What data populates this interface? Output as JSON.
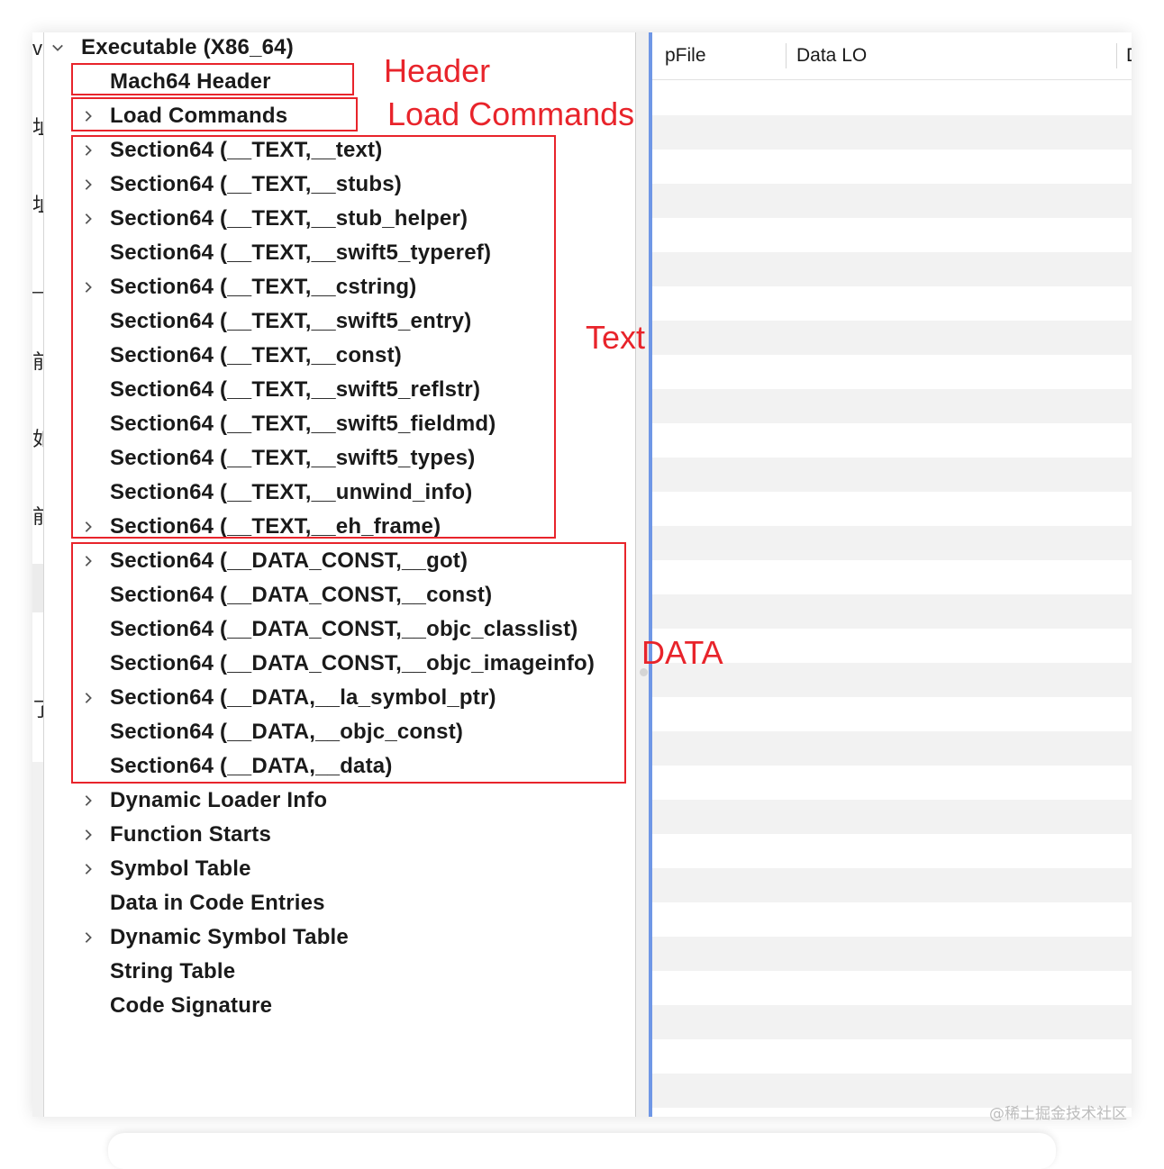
{
  "colors": {
    "annotation_red": "#e8242b",
    "focus_blue": "#6f97e6",
    "stripe_gray": "#f2f2f2"
  },
  "tree": {
    "root_label": "Executable  (X86_64)",
    "root_icon": "chevron-down-icon",
    "items": [
      {
        "label": "Mach64 Header",
        "expandable": false
      },
      {
        "label": "Load Commands",
        "expandable": true
      },
      {
        "label": "Section64 (__TEXT,__text)",
        "expandable": true
      },
      {
        "label": "Section64 (__TEXT,__stubs)",
        "expandable": true
      },
      {
        "label": "Section64 (__TEXT,__stub_helper)",
        "expandable": true
      },
      {
        "label": "Section64 (__TEXT,__swift5_typeref)",
        "expandable": false
      },
      {
        "label": "Section64 (__TEXT,__cstring)",
        "expandable": true
      },
      {
        "label": "Section64 (__TEXT,__swift5_entry)",
        "expandable": false
      },
      {
        "label": "Section64 (__TEXT,__const)",
        "expandable": false
      },
      {
        "label": "Section64 (__TEXT,__swift5_reflstr)",
        "expandable": false
      },
      {
        "label": "Section64 (__TEXT,__swift5_fieldmd)",
        "expandable": false
      },
      {
        "label": "Section64 (__TEXT,__swift5_types)",
        "expandable": false
      },
      {
        "label": "Section64 (__TEXT,__unwind_info)",
        "expandable": false
      },
      {
        "label": "Section64 (__TEXT,__eh_frame)",
        "expandable": true
      },
      {
        "label": "Section64 (__DATA_CONST,__got)",
        "expandable": true
      },
      {
        "label": "Section64 (__DATA_CONST,__const)",
        "expandable": false
      },
      {
        "label": "Section64 (__DATA_CONST,__objc_classlist)",
        "expandable": false
      },
      {
        "label": "Section64 (__DATA_CONST,__objc_imageinfo)",
        "expandable": false
      },
      {
        "label": "Section64 (__DATA,__la_symbol_ptr)",
        "expandable": true
      },
      {
        "label": "Section64 (__DATA,__objc_const)",
        "expandable": false
      },
      {
        "label": "Section64 (__DATA,__data)",
        "expandable": false
      },
      {
        "label": "Dynamic Loader Info",
        "expandable": true
      },
      {
        "label": "Function Starts",
        "expandable": true
      },
      {
        "label": "Symbol Table",
        "expandable": true
      },
      {
        "label": "Data in Code Entries",
        "expandable": false
      },
      {
        "label": "Dynamic Symbol Table",
        "expandable": true
      },
      {
        "label": "String Table",
        "expandable": false
      },
      {
        "label": "Code Signature",
        "expandable": false
      }
    ]
  },
  "table": {
    "columns": [
      "pFile",
      "Data LO",
      "D"
    ]
  },
  "left_strip": {
    "glyphs": [
      "v",
      "址",
      "址",
      "_",
      "前",
      "如",
      "前",
      "了"
    ]
  },
  "annotations": {
    "header": "Header",
    "load_commands": "Load Commands",
    "text": "Text",
    "data": "DATA"
  },
  "watermark": "@稀土掘金技术社区"
}
